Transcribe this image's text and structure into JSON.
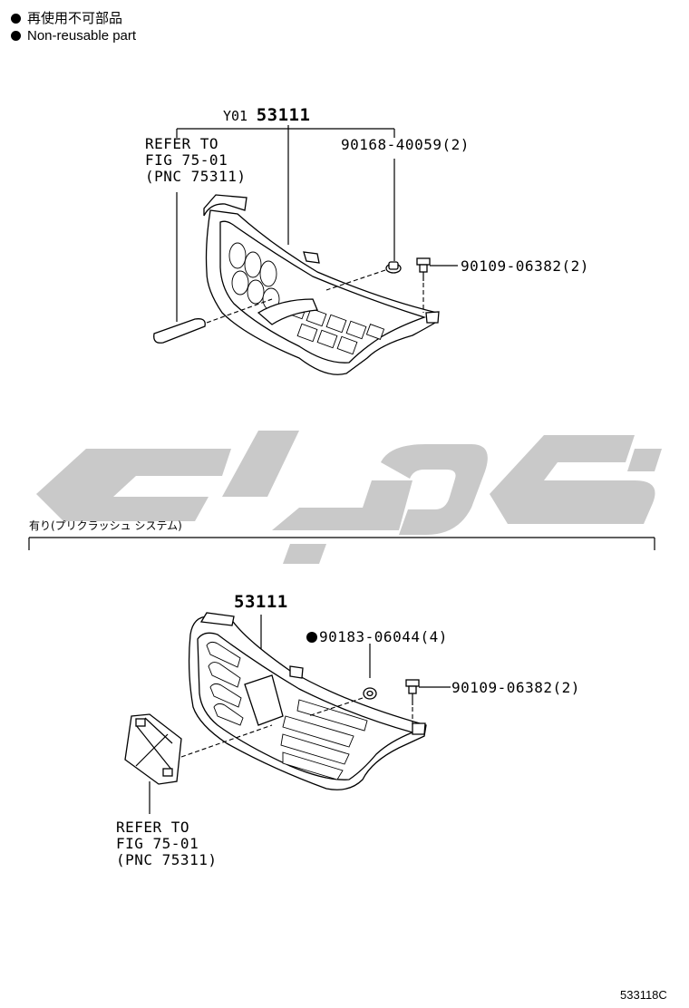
{
  "legend": {
    "jp": "再使用不可部品",
    "en": "Non-reusable part"
  },
  "top": {
    "main_prefix": "Y01",
    "main_part": "53111",
    "refer_lines": [
      "REFER TO",
      "FIG 75-01",
      "(PNC 75311)"
    ],
    "clip_part": "90168-40059(2)",
    "screw_part": "90109-06382(2)"
  },
  "section": {
    "label": "有り(プリクラッシュ システム)"
  },
  "bottom": {
    "main_part": "53111",
    "nut_part": "90183-06044(4)",
    "screw_part": "90109-06382(2)",
    "refer_lines": [
      "REFER TO",
      "FIG 75-01",
      "(PNC 75311)"
    ]
  },
  "figure_id": "533118C",
  "colors": {
    "watermark": "#c9c9c9",
    "ink": "#000000"
  }
}
